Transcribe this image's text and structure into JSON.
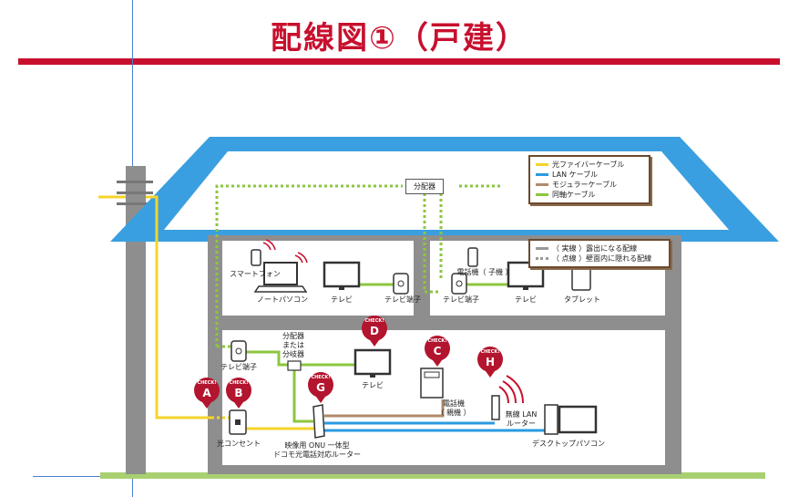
{
  "title": "配線図①（戸建）",
  "legend_cables": [
    {
      "label": "光ファイバーケーブル",
      "color": "#f5d42a"
    },
    {
      "label": "LAN ケーブル",
      "color": "#2a9be0"
    },
    {
      "label": "モジュラーケーブル",
      "color": "#b08a6a"
    },
    {
      "label": "同軸ケーブル",
      "color": "#8cc63f"
    }
  ],
  "legend_line_styles": [
    {
      "label": "（ 実線 ）露出になる配線",
      "style": "solid"
    },
    {
      "label": "（ 点線 ）壁面内に隠れる配線",
      "style": "dotted"
    }
  ],
  "splitter_top": "分配器",
  "upstairs": {
    "smartphone": "スマートフォン",
    "laptop": "ノートパソコン",
    "tv_left": "テレビ",
    "tv_outlet_left": "テレビ端子",
    "cordless_phone": "電話機（ 子機 ）",
    "tv_outlet_right": "テレビ端子",
    "tv_right": "テレビ",
    "tablet": "タブレット"
  },
  "downstairs": {
    "tv_outlet": "テレビ端子",
    "splitter": "分配器\nまたは\n分岐器",
    "tv": "テレビ",
    "phone": "電話機\n（ 親機 ）",
    "wireless_router": "無線 LAN\nルーター",
    "optical_outlet": "光コンセント",
    "onu_router": "映像用 ONU 一体型\nドコモ光電話対応ルーター",
    "desktop": "デスクトップパソコン"
  },
  "checks": [
    {
      "top": "CHECK!",
      "letter": "A"
    },
    {
      "top": "CHECK!",
      "letter": "B"
    },
    {
      "top": "CHECK!",
      "letter": "G"
    },
    {
      "top": "CHECK!",
      "letter": "D"
    },
    {
      "top": "CHECK!",
      "letter": "C"
    },
    {
      "top": "CHECK!",
      "letter": "H"
    }
  ]
}
